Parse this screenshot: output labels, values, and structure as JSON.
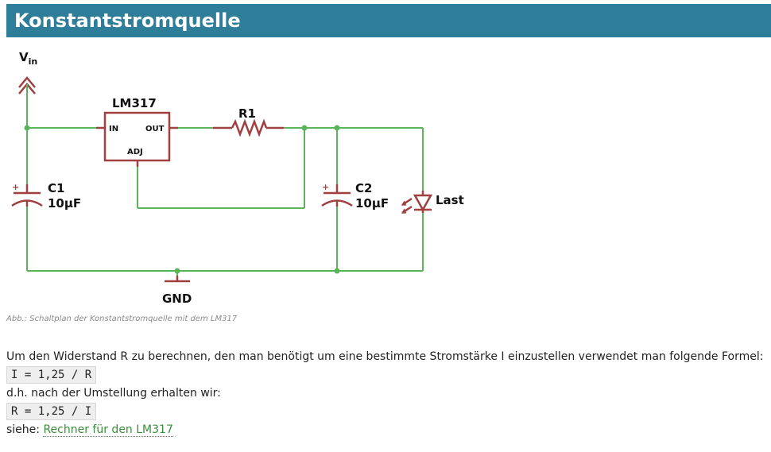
{
  "header": {
    "title": "Konstantstromquelle"
  },
  "schematic": {
    "vin_label_main": "V",
    "vin_label_sub": "in",
    "ic_name": "LM317",
    "ic_pin_in": "IN",
    "ic_pin_out": "OUT",
    "ic_pin_adj": "ADJ",
    "r1_label": "R1",
    "c1_label": "C1",
    "c1_value": "10µF",
    "c2_label": "C2",
    "c2_value": "10µF",
    "load_label": "Last",
    "gnd_label": "GND",
    "plus_sign": "+",
    "colors": {
      "wire": "#5ab55a",
      "component": "#a04040",
      "header_bg": "#2e7d99"
    }
  },
  "caption": "Abb.: Schaltplan der Konstantstromquelle mit dem LM317",
  "body": {
    "intro": "Um den Widerstand R zu berechnen, den man benötigt um eine bestimmte Stromstärke I einzustellen verwendet man folgende Formel:",
    "formula1": "I = 1,25 / R",
    "transition": "d.h. nach der Umstellung erhalten wir:",
    "formula2": "R = 1,25 / I",
    "see_prefix": "siehe: ",
    "link_text": "Rechner für den LM317"
  }
}
